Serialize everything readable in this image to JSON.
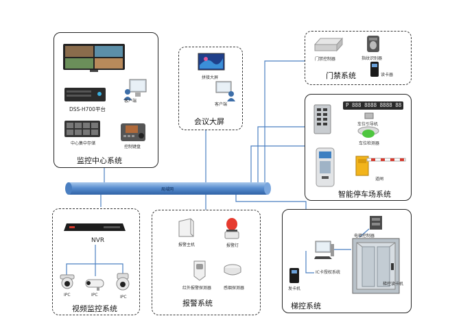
{
  "network": {
    "label": "局域网"
  },
  "monitor_center": {
    "title": "监控中心系统",
    "platform_label": "DSS-H700平台",
    "client_label": "客户端",
    "storage_label": "中心集中存储",
    "keyboard_label": "控制键盘"
  },
  "conference": {
    "title": "会议大屏",
    "screen_label": "拼接大屏",
    "client_label": "客户端"
  },
  "access": {
    "title": "门禁系统",
    "controller_label": "门禁控制器",
    "fingerprint_label": "指纹识别器",
    "reader_label": "读卡器"
  },
  "parking": {
    "title": "智能停车场系统",
    "guide_label": "车位引导机",
    "detector_label": "车位检测器",
    "barrier_label": "道闸",
    "board_text": "P 888 8888 8888 88"
  },
  "video": {
    "title": "视频监控系统",
    "nvr_label": "NVR",
    "ipc_labels": [
      "IPC",
      "IPC",
      "IPC"
    ]
  },
  "alarm": {
    "title": "报警系统",
    "host_label": "报警主机",
    "lamp_label": "报警灯",
    "pir_label": "红外报警探测器",
    "smoke_label": "感烟探测器"
  },
  "elevator": {
    "title": "梯控系统",
    "ic_label": "IC卡授权系统",
    "controller_label": "电梯控制器",
    "issuer_label": "发卡机",
    "reader_label": "梯控读卡机"
  },
  "colors": {
    "wire": "#4a7fc1",
    "pipe": "#5a8fd0",
    "barrier": "#f2b41b"
  }
}
